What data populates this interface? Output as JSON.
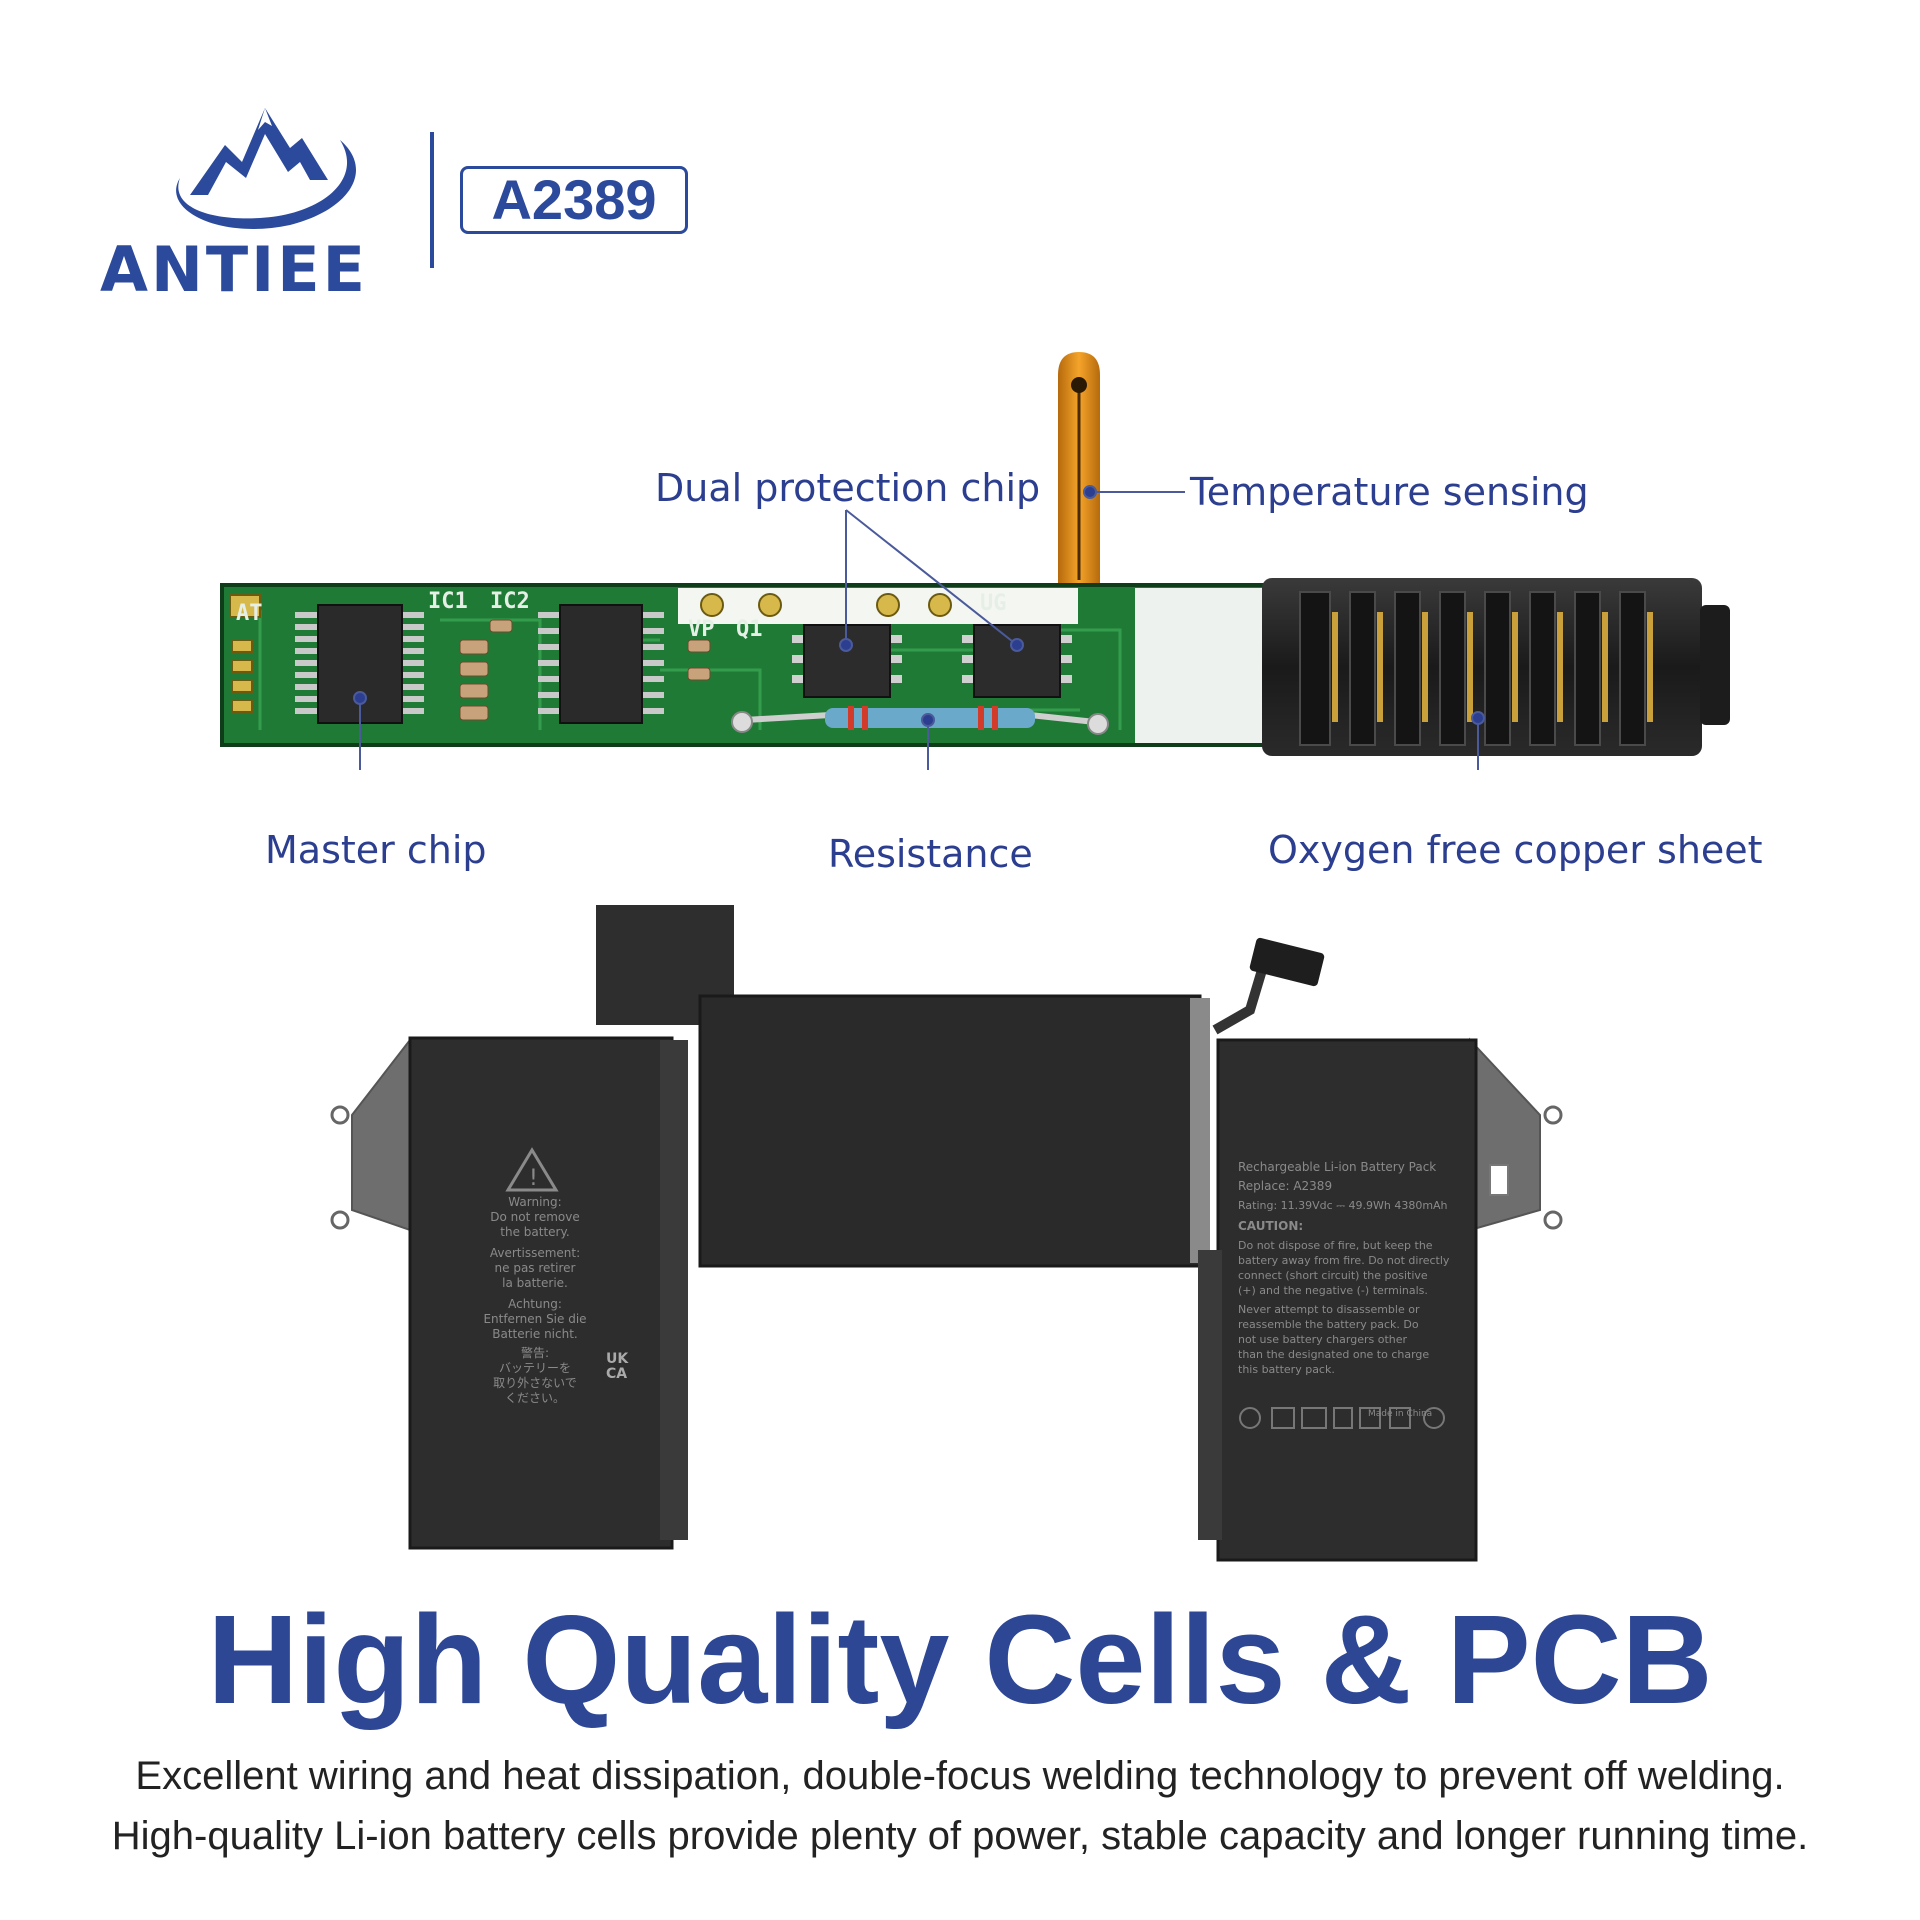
{
  "brand": {
    "name": "ANTIEE",
    "model": "A2389"
  },
  "callouts": {
    "dual_protection_chip": "Dual protection chip",
    "temperature_sensing": "Temperature sensing",
    "master_chip": "Master chip",
    "resistance": "Resistance",
    "oxygen_free_copper_sheet": "Oxygen free copper sheet"
  },
  "pcb_markings": {
    "ic1": "IC1",
    "ic2": "IC2",
    "vp": "VP",
    "q1": "Q1",
    "ug": "UG",
    "at": "AT"
  },
  "battery_left_label": {
    "warning": "Warning:\nDo not remove\nthe battery.",
    "fr": "Avertissement:\nne pas retirer\nla batterie.",
    "de": "Achtung:\nEntfernen Sie die\nBatterie nicht.",
    "jp": "警告:\nバッテリーを\n取り外さないで\nください。",
    "ukca": "UK\nCA"
  },
  "battery_right_label": {
    "title": "Rechargeable Li-ion Battery Pack",
    "replace": "Replace: A2389",
    "rating": "Rating: 11.39Vdc ⎓ 49.9Wh 4380mAh",
    "caution": "CAUTION:",
    "text1": "Do not dispose of fire, but keep the\nbattery away from fire. Do not directly\nconnect (short circuit) the positive\n(+) and the negative (-) terminals.",
    "text2": "Never attempt to disassemble or\nreassemble the battery pack. Do\nnot use  battery chargers other\nthan the designated one to charge\nthis battery pack.",
    "made_in": "Made in China"
  },
  "headline": "High Quality Cells & PCB",
  "description": [
    "Excellent wiring and heat dissipation, double-focus welding technology to prevent off welding.",
    "High-quality Li-ion battery cells provide plenty of power, stable capacity and longer running time."
  ],
  "colors": {
    "brand_blue": "#2c4a9c",
    "pcb_green": "#1f7a35",
    "text_blue": "#2c3e8f"
  }
}
